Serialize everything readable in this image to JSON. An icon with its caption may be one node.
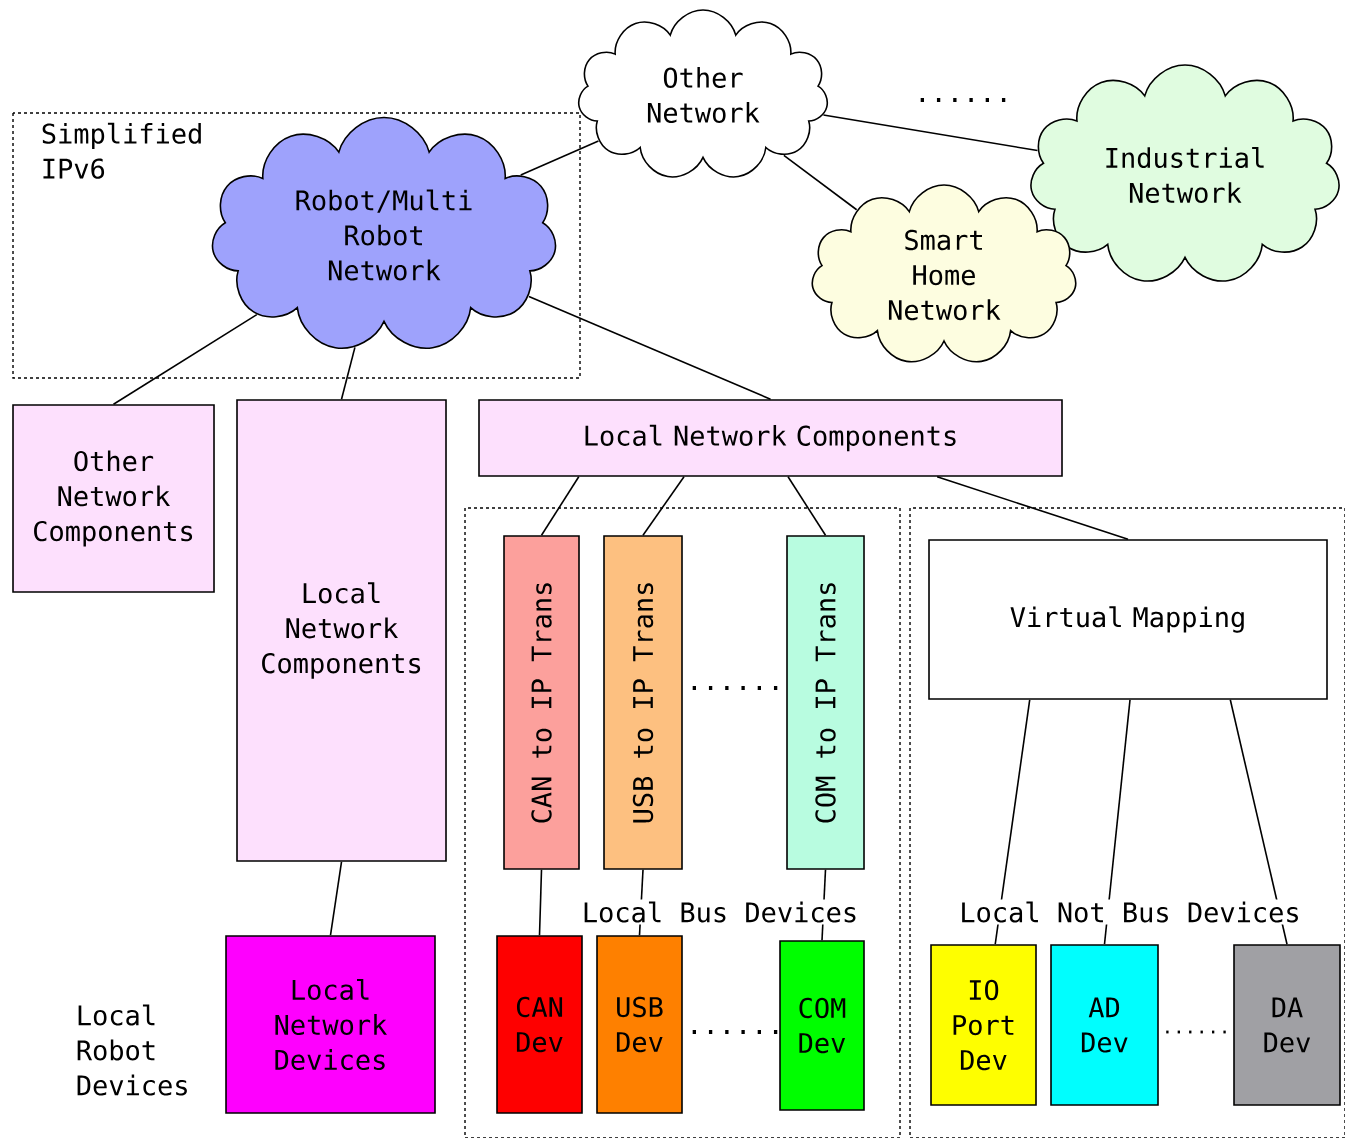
{
  "diagram": {
    "nodes": [
      {
        "text": [
          "Simplified IPv6"
        ]
      },
      {
        "text": [
          "Other Network"
        ]
      },
      {
        "text": [
          "Robot/Multi Robot Network"
        ],
        "in": 0
      },
      {
        "text": [
          "Industrial Network"
        ]
      },
      {
        "text": [
          "Smart Home Network"
        ]
      },
      {
        "text": [
          "Other Network Components"
        ]
      },
      {
        "text": [
          "Local Network Components"
        ]
      },
      {
        "text": [
          "Local Network Components"
        ]
      },
      {
        "text": [
          "Local Bus Devices"
        ]
      },
      {
        "text": [
          "CAN to IP Trans"
        ],
        "in": 8
      },
      {
        "text": [
          "USB to IP Trans"
        ],
        "in": 8
      },
      {
        "text": [
          "COM to IP Trans"
        ],
        "in": 8
      },
      {
        "text": [
          "CAN Dev"
        ],
        "in": 8
      },
      {
        "text": [
          "USB Dev"
        ],
        "in": 8
      },
      {
        "text": [
          "COM Dev"
        ],
        "in": 8
      },
      {
        "text": [
          "Local Not Bus Devices"
        ]
      },
      {
        "text": [
          "Virtual Mapping"
        ],
        "in": 15
      },
      {
        "text": [
          "IO Port Dev"
        ],
        "in": 15
      },
      {
        "text": [
          "AD Dev"
        ],
        "in": 15
      },
      {
        "text": [
          "DA Dev"
        ],
        "in": 15
      },
      {
        "text": [
          "Local Network Devices"
        ]
      }
    ],
    "edges": [
      {
        "from": 2,
        "to": 1,
        "arrow": "none"
      },
      {
        "from": 1,
        "to": 3,
        "arrow": "none"
      },
      {
        "from": 1,
        "to": 4,
        "arrow": "none"
      },
      {
        "from": 2,
        "to": 5,
        "arrow": "none"
      },
      {
        "from": 2,
        "to": 6,
        "arrow": "none"
      },
      {
        "from": 2,
        "to": 7,
        "arrow": "none"
      },
      {
        "from": 6,
        "to": 20,
        "arrow": "none"
      },
      {
        "from": 7,
        "to": 9,
        "arrow": "none"
      },
      {
        "from": 7,
        "to": 10,
        "arrow": "none"
      },
      {
        "from": 7,
        "to": 11,
        "arrow": "none"
      },
      {
        "from": 7,
        "to": 16,
        "arrow": "none"
      },
      {
        "from": 9,
        "to": 12,
        "arrow": "none"
      },
      {
        "from": 10,
        "to": 13,
        "arrow": "none"
      },
      {
        "from": 11,
        "to": 14,
        "arrow": "none"
      },
      {
        "from": 16,
        "to": 17,
        "arrow": "none"
      },
      {
        "from": 16,
        "to": 18,
        "arrow": "none"
      },
      {
        "from": 16,
        "to": 19,
        "arrow": "none"
      }
    ],
    "labels": [
      "......",
      "......",
      "......",
      "Local Robot Devices",
      "......"
    ]
  }
}
